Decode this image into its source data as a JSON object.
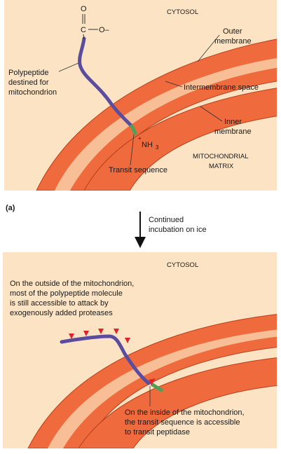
{
  "panel_a": {
    "carboxyl_O": "O",
    "carboxyl_C": "C",
    "carboxyl_Ominus": "O–",
    "cytosol": "CYTOSOL",
    "outer_membrane": [
      "Outer",
      "membrane"
    ],
    "intermembrane_space": "Intermembrane space",
    "inner_membrane": [
      "Inner",
      "membrane"
    ],
    "polypeptide": [
      "Polypeptide",
      "destined for",
      "mitochondrion"
    ],
    "nh3_plus": "+",
    "nh3_main": "NH",
    "nh3_sub": "3",
    "transit_sequence": "Transit sequence",
    "matrix": [
      "MITOCHONDRIAL",
      "MATRIX"
    ],
    "panel_label": "(a)"
  },
  "transition": {
    "caption": [
      "Continued",
      "incubation on ice"
    ]
  },
  "panel_b": {
    "cytosol": "CYTOSOL",
    "outside_note": [
      "On the outside of the mitochondrion,",
      "most of the polypeptide molecule",
      "is still accessible to attack by",
      "exogenously added proteases"
    ],
    "inside_note": [
      "On the inside of the mitochondrion,",
      "the transit sequence is accessible",
      "to transit peptidase"
    ]
  },
  "colors": {
    "background": "#fbe3c4",
    "membrane": "#ef6a3c",
    "membrane_edge": "#b8401c",
    "intermembrane": "#f8bf97",
    "polypeptide": "#5a4da0",
    "transit": "#4f9f57",
    "protease_marker": "#e0232b"
  }
}
